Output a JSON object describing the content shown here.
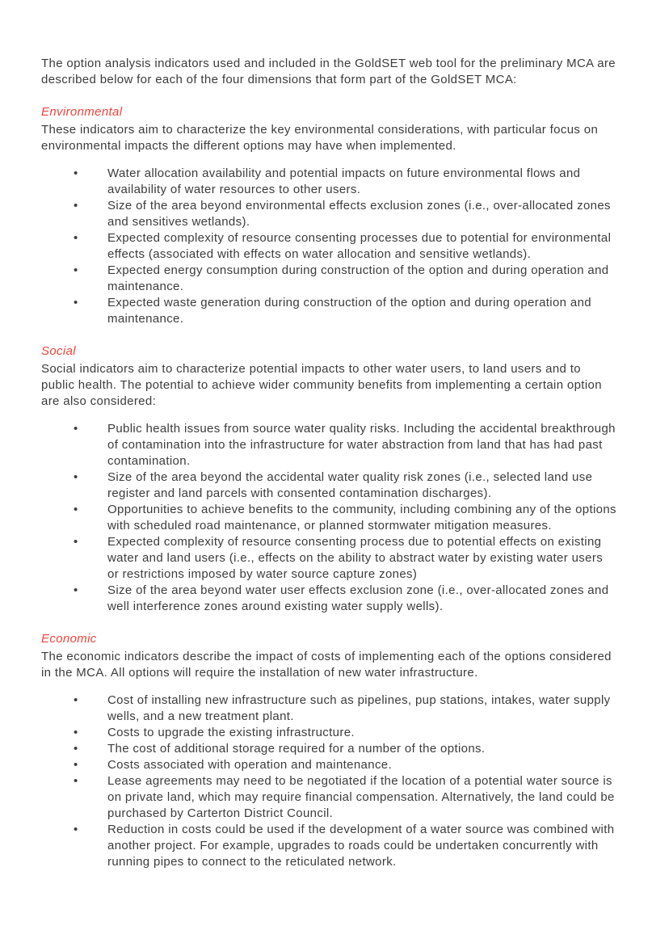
{
  "intro": "The option analysis indicators used and included in the GoldSET web tool for the preliminary MCA are described below for each of the four dimensions that form part of the GoldSET MCA:",
  "colors": {
    "heading": "#f0443a",
    "text": "#3c3c3c"
  },
  "sections": [
    {
      "heading": "Environmental",
      "text": "These indicators aim to characterize the key environmental considerations, with particular focus on environmental impacts the different options may have when implemented.",
      "bullets": [
        "Water allocation availability and potential impacts on future environmental flows and availability of water resources to other users.",
        "Size of the area beyond environmental effects exclusion zones (i.e., over-allocated zones and sensitives wetlands).",
        "Expected complexity of resource consenting processes due to potential for environmental effects (associated with effects on water allocation and sensitive wetlands).",
        "Expected energy consumption during construction of the option and during operation and maintenance.",
        "Expected waste generation during construction of the option and during operation and maintenance."
      ]
    },
    {
      "heading": "Social",
      "text": "Social indicators aim to characterize potential impacts to other water users, to land users and to public health. The potential to achieve wider community benefits from implementing a certain option are also considered:",
      "bullets": [
        "Public health issues from source water quality risks. Including the accidental breakthrough of contamination into the infrastructure for water abstraction from land that has had past contamination.",
        "Size of the area beyond the accidental water quality risk zones (i.e., selected land use register and land parcels with consented contamination discharges).",
        "Opportunities to achieve benefits to the community, including combining any of the options with scheduled road maintenance, or planned stormwater mitigation measures.",
        "Expected complexity of resource consenting process due to potential effects on existing water and land users (i.e., effects on the ability to abstract water by existing water users or restrictions imposed by water source capture zones)",
        "Size of the area beyond water user effects exclusion zone (i.e., over-allocated zones and well interference zones around existing water supply wells)."
      ]
    },
    {
      "heading": "Economic",
      "text": "The economic indicators describe the impact of costs of implementing each of the options considered in the MCA. All options will require the installation of new water infrastructure.",
      "bullets": [
        "Cost of installing new infrastructure such as pipelines, pup stations, intakes, water supply wells, and a new treatment plant.",
        "Costs to upgrade the existing infrastructure.",
        "The cost of additional storage required for a number of the options.",
        "Costs associated with operation and maintenance.",
        "Lease agreements may need to be negotiated if the location of a potential water source is on private land, which may require financial compensation. Alternatively, the land could be purchased by Carterton District Council.",
        "Reduction in costs could be used if the development of a water source was combined with another project. For example, upgrades to roads could be undertaken concurrently with running pipes to connect to the reticulated network."
      ]
    }
  ]
}
